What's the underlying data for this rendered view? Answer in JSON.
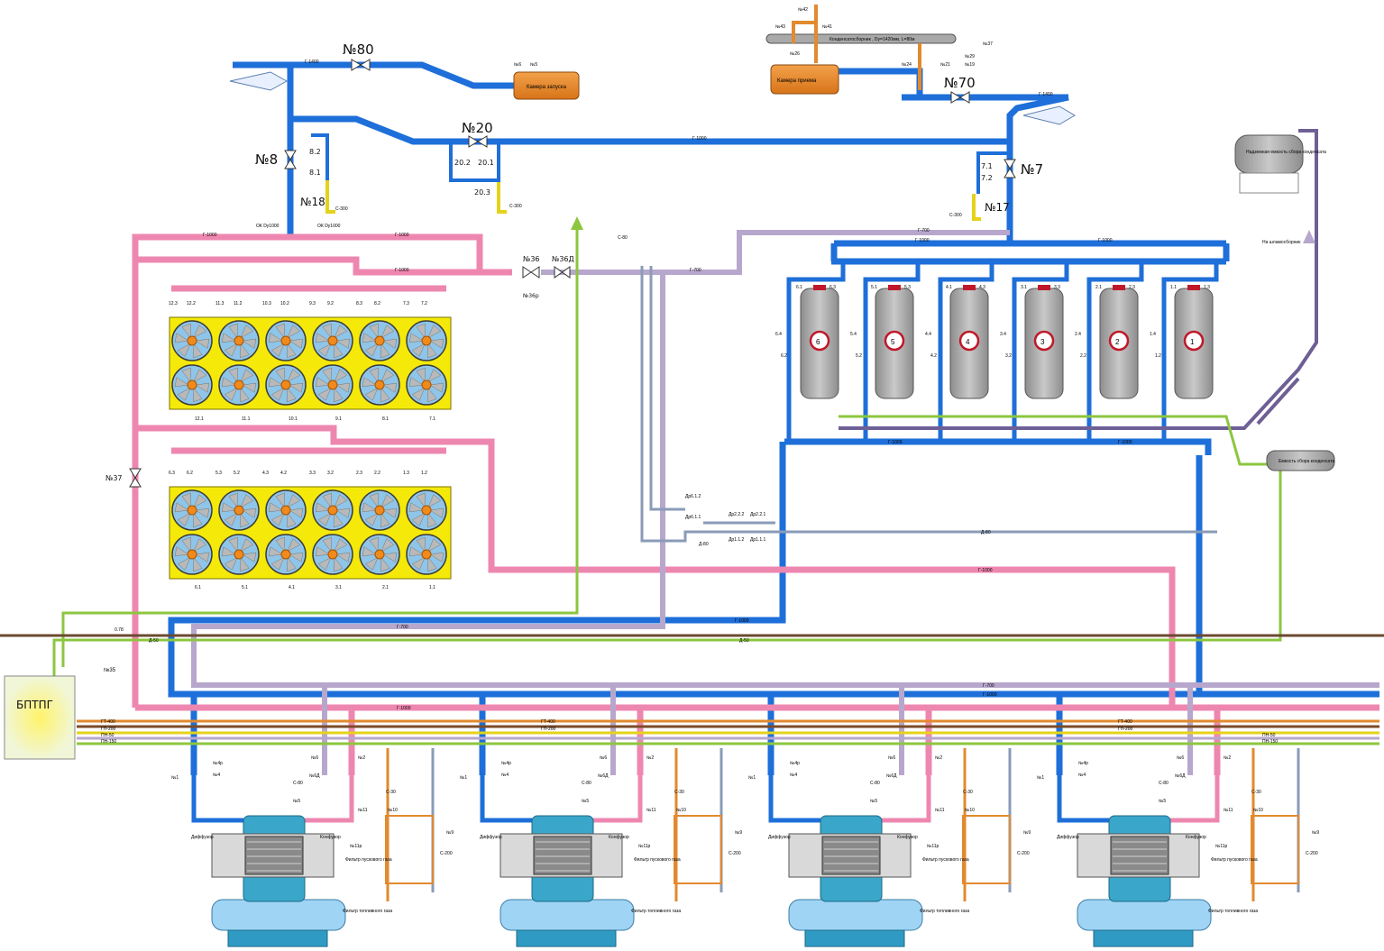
{
  "colors": {
    "gas_blue": "#1e6fd9",
    "pink": "#ee87b0",
    "lavender": "#b7a7cc",
    "purple": "#6e5f95",
    "green": "#8cc63f",
    "dark_green": "#3f8f2f",
    "brown": "#7b4b2a",
    "orange": "#e28a2e",
    "yellow_panel": "#f5e90a",
    "fan_blue": "#8ec5e8",
    "vessel_gray": "#a9a9a9",
    "unit_teal": "#3aa6c9",
    "ground": "#6b4a30"
  },
  "major_valves": {
    "v80": "№80",
    "v20": "№20",
    "v8": "№8",
    "v7": "№7",
    "v70": "№70",
    "v18": "№18",
    "v17": "№17",
    "v37": "№37",
    "v36": "№36",
    "v36d": "№36Д",
    "v36r": "№36р"
  },
  "top_labels": {
    "launch_chamber": "Камера запуска",
    "receive_chamber": "Камера приема",
    "condensate_collector": "Конденсатосборник , Dу=1420мм, L=80м",
    "aboveground_tank": "Надземная емкость сбора конденсата",
    "to_flare": "На шламосборник",
    "tank_small": "Емкость сбора конденсата",
    "bptpg": "БПТПГ",
    "s80_header": "С-80",
    "nos": "№42",
    "n43": "№43",
    "n41": "№41",
    "n26": "№26",
    "n24": "№24",
    "n21": "№21",
    "n19": "№19",
    "n29": "№29",
    "n37b": "№37",
    "n6": "№6",
    "n5": "№5"
  },
  "pipe_tags": {
    "g1400": "Г-1400",
    "g1000": "Г-1000",
    "g700": "Г-700",
    "s300": "С-300",
    "d80": "Д-80",
    "d50": "Д-50",
    "gt400": "ГТ-400",
    "gp200": "ГП-200",
    "pn50": "ПН-50",
    "pn150": "ПН-150",
    "ok1000": "ОК Dу1000",
    "ok": "ОК"
  },
  "small_valves": {
    "a": "8.2",
    "b": "8.1",
    "c": "20.2",
    "d": "20.1",
    "e": "20.3",
    "f": "7.1",
    "g": "7.2"
  },
  "separators": [
    "6",
    "5",
    "4",
    "3",
    "2",
    "1"
  ],
  "sep_tags": {
    "s1": [
      "6.1",
      "6.3",
      "6.4",
      "6.2"
    ],
    "s2": [
      "5.1",
      "5.3",
      "5.4",
      "5.2"
    ],
    "s3": [
      "4.1",
      "4.3",
      "4.4",
      "4.2"
    ],
    "s4": [
      "3.1",
      "3.3",
      "3.4",
      "3.2"
    ],
    "s5": [
      "2.1",
      "2.3",
      "2.4",
      "2.2"
    ],
    "s6": [
      "1.1",
      "1.3",
      "1.4",
      "1.2"
    ]
  },
  "cooler_top_tags": [
    "12.3",
    "12.2",
    "11.3",
    "11.2",
    "10.3",
    "10.2",
    "9.3",
    "9.2",
    "8.3",
    "8.2",
    "7.3",
    "7.2"
  ],
  "cooler_mid_tags": [
    "12.1",
    "11.1",
    "10.1",
    "9.1",
    "8.1",
    "7.1"
  ],
  "cooler_low_tags": [
    "6.3",
    "6.2",
    "5.3",
    "5.2",
    "4.3",
    "4.2",
    "3.3",
    "3.2",
    "2.3",
    "2.2",
    "1.3",
    "1.2"
  ],
  "cooler_bottom_tags": [
    "6.1",
    "5.1",
    "4.1",
    "3.1",
    "2.1",
    "1.1"
  ],
  "drain_tags": [
    "Др6.1.2",
    "Др6.1.1",
    "Др2.2.2",
    "Др2.2.1",
    "Др1.1.2",
    "Др1.1.1"
  ],
  "unit_valves": {
    "n1": "№1",
    "n4": "№4",
    "n4r": "№4р",
    "n6": "№6",
    "n6d": "№6Д",
    "n2": "№2",
    "n5": "№5",
    "n11": "№11",
    "n11r": "№11р",
    "n10": "№10",
    "n9": "№9",
    "s80": "С-80",
    "s30": "С-30",
    "s200": "С-200",
    "filter": "Фильтр топливного газа",
    "filter2": "Фильтр пускового газа",
    "inlet": "Диффузор",
    "outlet": "Конфузор"
  },
  "misc": {
    "n35": "№35",
    "d078": "0.78"
  }
}
